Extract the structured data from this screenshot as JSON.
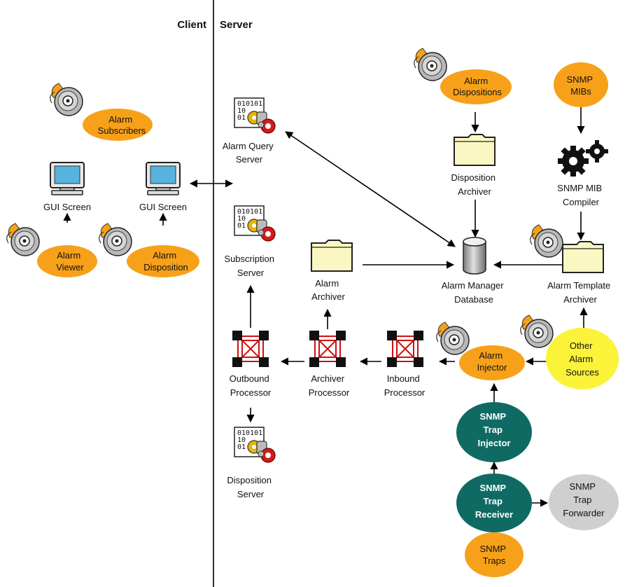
{
  "header": {
    "client": "Client",
    "server": "Server"
  },
  "colors": {
    "orange": "#f7a11a",
    "teal": "#0f6a64",
    "gray": "#cfcfcf",
    "yellow": "#fbf23a",
    "folder": "#fbf7c2",
    "monitor_screen": "#56b3dd",
    "network_red": "#cc1111"
  },
  "nodes": {
    "alarm_subscribers": [
      "Alarm",
      "Subscribers"
    ],
    "gui_screen_1": [
      "GUI Screen"
    ],
    "gui_screen_2": [
      "GUI Screen"
    ],
    "alarm_viewer": [
      "Alarm",
      "Viewer"
    ],
    "alarm_disposition": [
      "Alarm",
      "Disposition"
    ],
    "alarm_query_server": [
      "Alarm Query",
      "Server"
    ],
    "subscription_server": [
      "Subscription",
      "Server"
    ],
    "disposition_server": [
      "Disposition",
      "Server"
    ],
    "alarm_dispositions": [
      "Alarm",
      "Dispositions"
    ],
    "disposition_archiver": [
      "Disposition",
      "Archiver"
    ],
    "snmp_mibs": [
      "SNMP",
      "MIBs"
    ],
    "snmp_mib_compiler": [
      "SNMP MIB",
      "Compiler"
    ],
    "alarm_manager_database": [
      "Alarm Manager",
      "Database"
    ],
    "alarm_template_archiver": [
      "Alarm Template",
      "Archiver"
    ],
    "alarm_archiver": [
      "Alarm",
      "Archiver"
    ],
    "outbound_processor": [
      "Outbound",
      "Processor"
    ],
    "archiver_processor": [
      "Archiver",
      "Processor"
    ],
    "inbound_processor": [
      "Inbound",
      "Processor"
    ],
    "alarm_injector": [
      "Alarm",
      "Injector"
    ],
    "other_alarm_sources": [
      "Other",
      "Alarm",
      "Sources"
    ],
    "snmp_trap_injector": [
      "SNMP",
      "Trap",
      "Injector"
    ],
    "snmp_trap_receiver": [
      "SNMP",
      "Trap",
      "Receiver"
    ],
    "snmp_trap_forwarder": [
      "SNMP",
      "Trap",
      "Forwarder"
    ],
    "snmp_traps": [
      "SNMP",
      "Traps"
    ]
  },
  "icons": {
    "reel": "disc-reel-icon",
    "monitor": "monitor-icon",
    "server": "binary-server-gear-icon",
    "folder": "folder-icon",
    "database": "database-cylinder-icon",
    "gears": "gears-icon",
    "processor": "network-processor-icon"
  }
}
